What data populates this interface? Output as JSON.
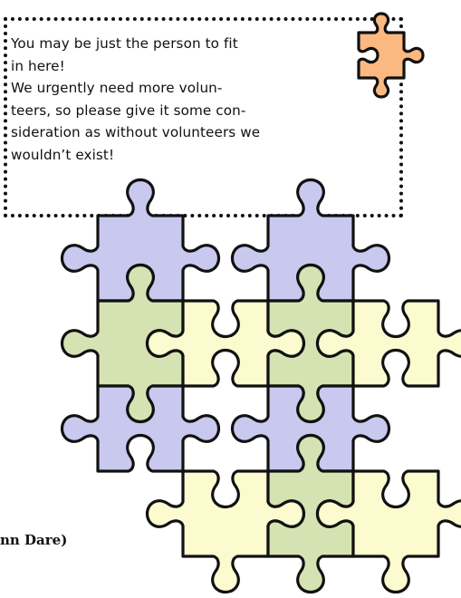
{
  "callout": {
    "lines": [
      "You may be just the person to fit",
      "in here!",
      "We urgently need more volun-",
      "teers, so please give it some con-",
      "sideration as without volunteers we",
      "wouldn’t exist!"
    ]
  },
  "caption": "nn Dare)",
  "colors": {
    "orange": "#fbb981",
    "purple": "#c9c9ef",
    "green": "#d5e3b3",
    "yellow": "#fbfbcf",
    "outline": "#111111"
  },
  "icons": {
    "orange_piece": "puzzle-piece-icon",
    "puzzle_grid": "jigsaw-puzzle-icon"
  },
  "puzzle": {
    "rows": [
      [
        "purple",
        "empty",
        "purple",
        "empty"
      ],
      [
        "green",
        "yellow",
        "green",
        "yellow"
      ],
      [
        "purple",
        "empty",
        "purple",
        "empty"
      ],
      [
        "empty",
        "yellow",
        "green",
        "yellow"
      ]
    ]
  }
}
